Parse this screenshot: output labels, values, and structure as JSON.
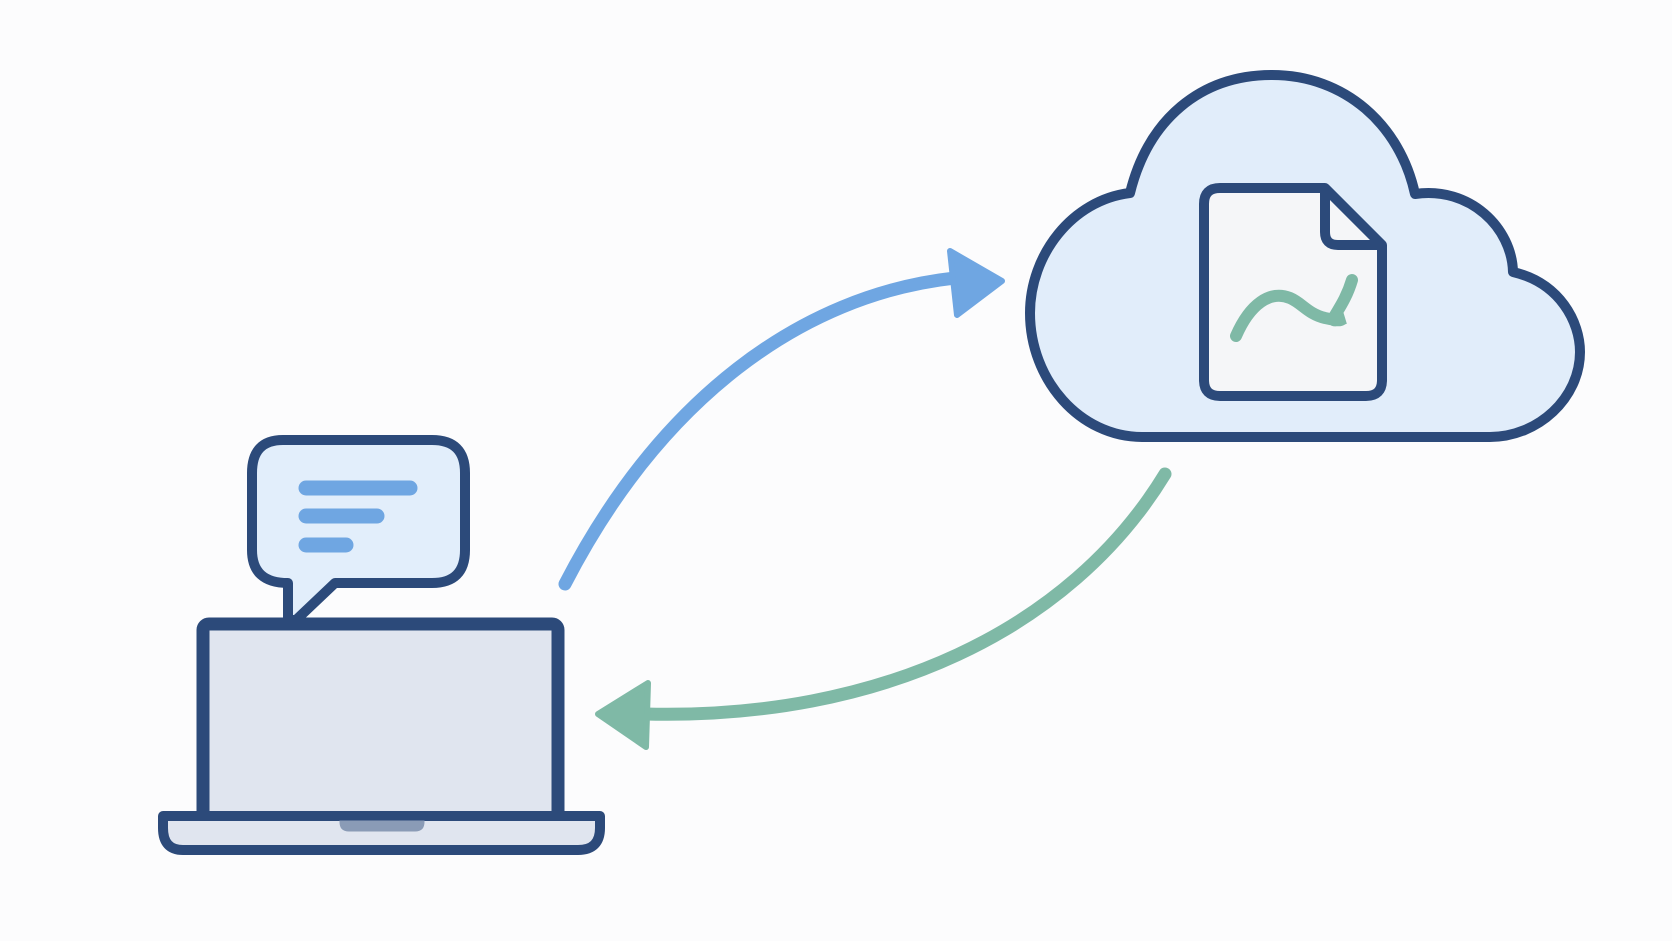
{
  "diagram": {
    "nodes": [
      {
        "id": "laptop",
        "icon": "laptop-icon",
        "badge": "chat-bubble-icon"
      },
      {
        "id": "cloud",
        "icon": "cloud-icon",
        "content": "document-icon"
      }
    ],
    "edges": [
      {
        "from": "laptop",
        "to": "cloud",
        "direction": "upload",
        "color": "#6fa6e2"
      },
      {
        "from": "cloud",
        "to": "laptop",
        "direction": "download",
        "color": "#7fb9a6"
      }
    ]
  },
  "colors": {
    "background": "#fcfcfd",
    "outline": "#2c4a7a",
    "cloud_fill": "#e1edfa",
    "screen_fill": "#e0e5ef",
    "bubble_fill": "#e2eefb",
    "document_fill": "#f5f6f8",
    "text_lines": "#6fa6e2",
    "upload_arrow": "#6fa6e2",
    "download_arrow": "#7fb9a6",
    "trackpad": "#8a9bb6"
  }
}
